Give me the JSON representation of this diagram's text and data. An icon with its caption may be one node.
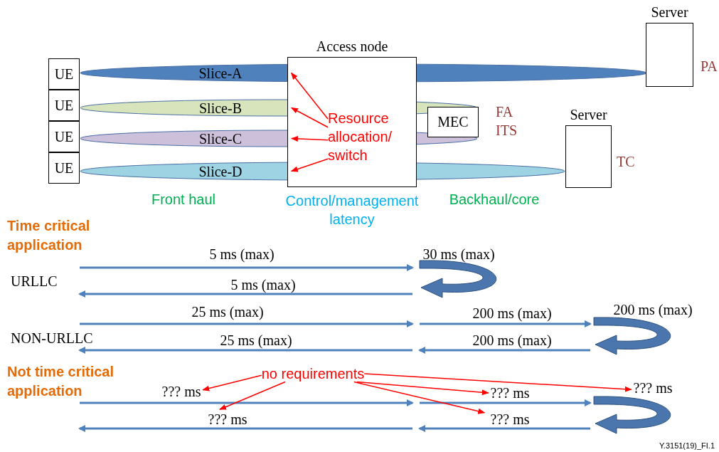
{
  "diagram": {
    "nodes": [
      {
        "text": [
          "UE"
        ]
      },
      {
        "text": [
          "UE"
        ]
      },
      {
        "text": [
          "UE"
        ]
      },
      {
        "text": [
          "UE"
        ]
      },
      {
        "text": [
          "Slice-A"
        ]
      },
      {
        "text": [
          "Slice-B"
        ]
      },
      {
        "text": [
          "Slice-C"
        ]
      },
      {
        "text": [
          "Slice-D"
        ]
      },
      {
        "text": [
          "Access node"
        ]
      },
      {
        "text": [
          "Resource allocation/ switch"
        ],
        "in": 8
      },
      {
        "text": [
          "Server"
        ],
        "beside": [
          "PA"
        ]
      },
      {
        "text": [
          "MEC"
        ],
        "beside": [
          "FA",
          "ITS"
        ]
      },
      {
        "text": [
          "Server"
        ],
        "beside": [
          "TC"
        ]
      },
      {
        "text": [
          "no requirements"
        ]
      },
      {
        "text": [
          "??? ms"
        ]
      },
      {
        "text": [
          "??? ms"
        ]
      },
      {
        "text": [
          "??? ms"
        ]
      },
      {
        "text": [
          "??? ms"
        ]
      },
      {
        "text": [
          "??? ms"
        ]
      }
    ],
    "edges": [
      {
        "from": 9,
        "to": 4,
        "arrow": "to"
      },
      {
        "from": 9,
        "to": 5,
        "arrow": "to"
      },
      {
        "from": 9,
        "to": 6,
        "arrow": "to"
      },
      {
        "from": 9,
        "to": 7,
        "arrow": "to"
      },
      {
        "from": 13,
        "to": 14,
        "arrow": "to"
      },
      {
        "from": 13,
        "to": 15,
        "arrow": "to"
      },
      {
        "from": 13,
        "to": 16,
        "arrow": "to"
      },
      {
        "from": 13,
        "to": 17,
        "arrow": "to"
      },
      {
        "from": 13,
        "to": 18,
        "arrow": "to"
      }
    ],
    "labels": [
      "Front haul",
      "Control/management latency",
      "Backhaul/core",
      "Time critical application",
      "5 ms (max)",
      "30 ms (max)",
      "URLLC",
      "5 ms (max)",
      "25 ms (max)",
      "200 ms (max)",
      "200 ms (max)",
      "NON-URLLC",
      "25 ms (max)",
      "200 ms (max)",
      "Not time critical application",
      "Y.3151(19)_FI.1"
    ]
  }
}
